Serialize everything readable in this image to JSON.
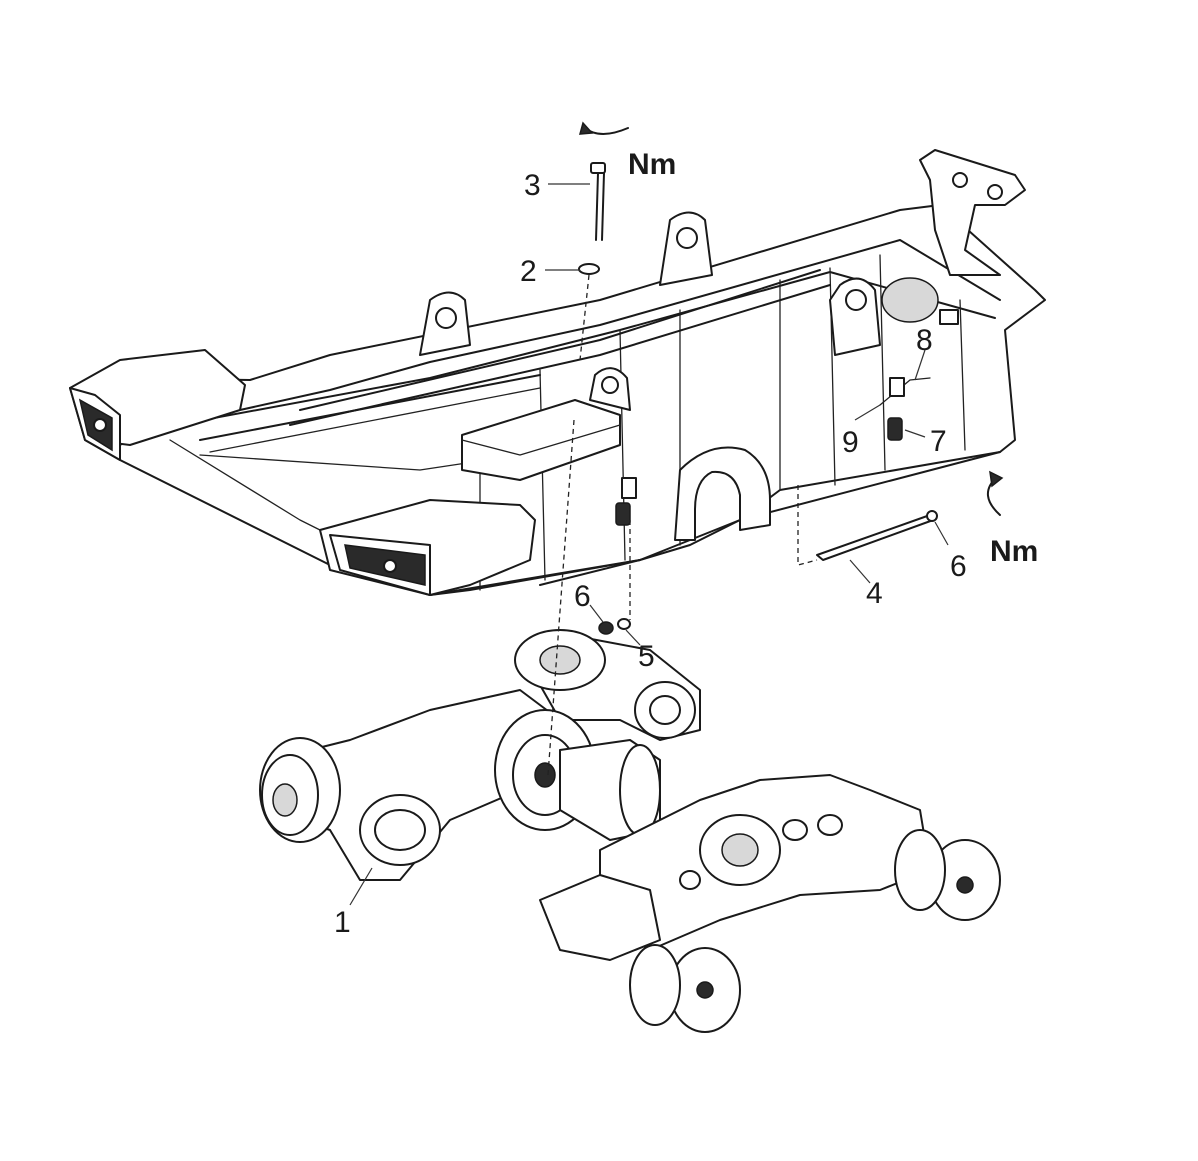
{
  "callouts": {
    "c1": "1",
    "c2": "2",
    "c3": "3",
    "c4": "4",
    "c5": "5",
    "c6_top": "6",
    "c6_right": "6",
    "c7": "7",
    "c8": "8",
    "c9": "9"
  },
  "torque": {
    "top_label": "Nm",
    "right_label": "Nm"
  },
  "icons": {
    "top_torque": "rotate-arrow-icon",
    "right_torque": "rotate-arrow-icon"
  }
}
